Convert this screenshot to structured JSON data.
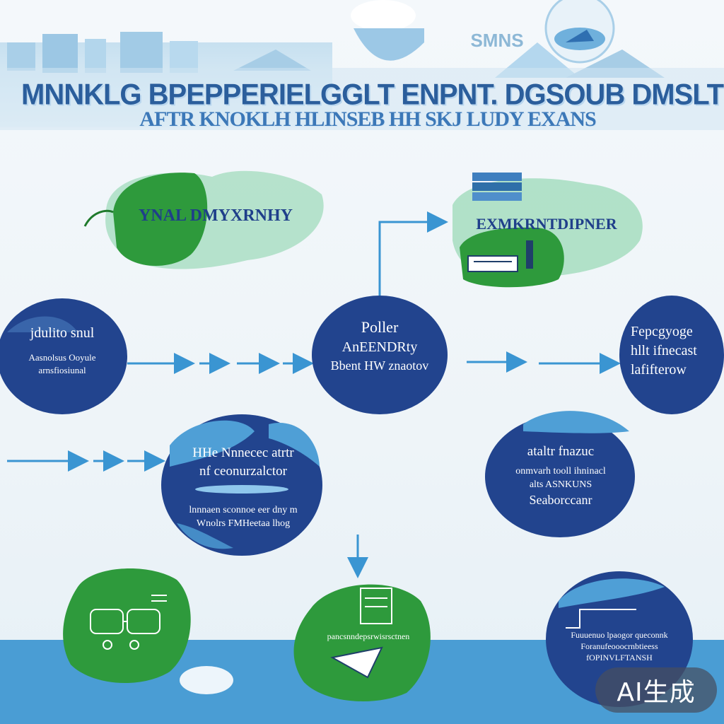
{
  "header": {
    "title_line_1": "MNNKLG BPEPPERIELGGLT ENPNT. DGSOUB DMSLT",
    "title_line_2": "AFTR KNOKLH HLINSEB HH SKJ LUDY EXANS",
    "tag": "SMNS"
  },
  "nodes": {
    "top_left_green": {
      "label": "YNAL DMYXRNHY"
    },
    "top_right_green": {
      "label": "EXMKRNTDIPNER"
    },
    "mid_left": {
      "lines": [
        "jdulito snul",
        "Aasnolsus Ooyule",
        "arnsfiosiunal"
      ]
    },
    "center": {
      "lines": [
        "Poller",
        "AnEENDRty",
        "Bbent HW znaotov"
      ]
    },
    "mid_right": {
      "lines": [
        "Fepcgyoge",
        "hllt ifnecast",
        "lafifterow"
      ]
    },
    "lower_left": {
      "lines": [
        "HHe Nnnecec atrtr",
        "nf ceonurzalctor",
        "lnnnaen sconnoe eer dny m",
        "Wnolrs FMHeetaa lhog"
      ]
    },
    "lower_right": {
      "lines": [
        "ataltr fnazuc",
        "onmvarh tooll ihninacl",
        "alts ASNKUNS",
        "Seaborccanr"
      ]
    },
    "bottom_center_green": {
      "label": "pancsnndepsrwisrsctnen"
    },
    "bottom_right": {
      "lines": [
        "Fuuuenuo lpaogor queconnk",
        "Foranufeooocrnbtieess",
        "fOPINVLFTANSH"
      ]
    }
  },
  "badge": {
    "label": "AI生成"
  },
  "colors": {
    "navy": "#22448e",
    "sky": "#4f9fd6",
    "green": "#2f9a3a",
    "mint": "#9fd8b8",
    "band": "#4a9dd4"
  }
}
